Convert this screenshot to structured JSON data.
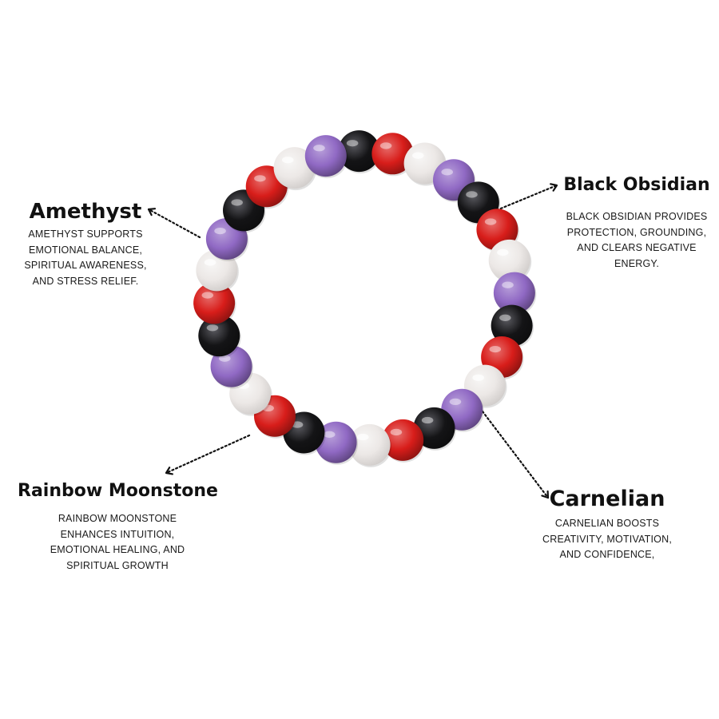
{
  "colors": {
    "amethyst": "#9069c4",
    "carnelian": "#d81d1a",
    "black_obsidian": "#141416",
    "rainbow_moonstone": "#ece8e6",
    "arrow": "#111111"
  },
  "callouts": {
    "amethyst": {
      "title": "Amethyst",
      "lines": [
        "AMETHYST SUPPORTS",
        "EMOTIONAL BALANCE,",
        "SPIRITUAL AWARENESS,",
        "AND STRESS RELIEF."
      ]
    },
    "black_obsidian": {
      "title": "Black Obsidian",
      "lines": [
        "BLACK OBSIDIAN PROVIDES",
        "PROTECTION, GROUNDING,",
        "AND CLEARS NEGATIVE",
        "ENERGY."
      ]
    },
    "rainbow_moonstone": {
      "title": "Rainbow Moonstone",
      "lines": [
        "RAINBOW MOONSTONE",
        "ENHANCES INTUITION,",
        "EMOTIONAL HEALING, AND",
        "SPIRITUAL GROWTH"
      ]
    },
    "carnelian": {
      "title": "Carnelian",
      "lines": [
        "CARNELIAN BOOSTS",
        "CREATIVITY, MOTIVATION,",
        "AND CONFIDENCE,"
      ]
    }
  },
  "bead_sequence": [
    "black_obsidian",
    "carnelian",
    "rainbow_moonstone",
    "amethyst",
    "black_obsidian",
    "carnelian",
    "rainbow_moonstone",
    "amethyst",
    "black_obsidian",
    "carnelian",
    "rainbow_moonstone",
    "amethyst",
    "black_obsidian",
    "carnelian",
    "rainbow_moonstone",
    "amethyst",
    "black_obsidian",
    "carnelian",
    "rainbow_moonstone",
    "amethyst",
    "black_obsidian",
    "carnelian",
    "rainbow_moonstone",
    "amethyst",
    "black_obsidian",
    "carnelian",
    "rainbow_moonstone",
    "amethyst"
  ]
}
